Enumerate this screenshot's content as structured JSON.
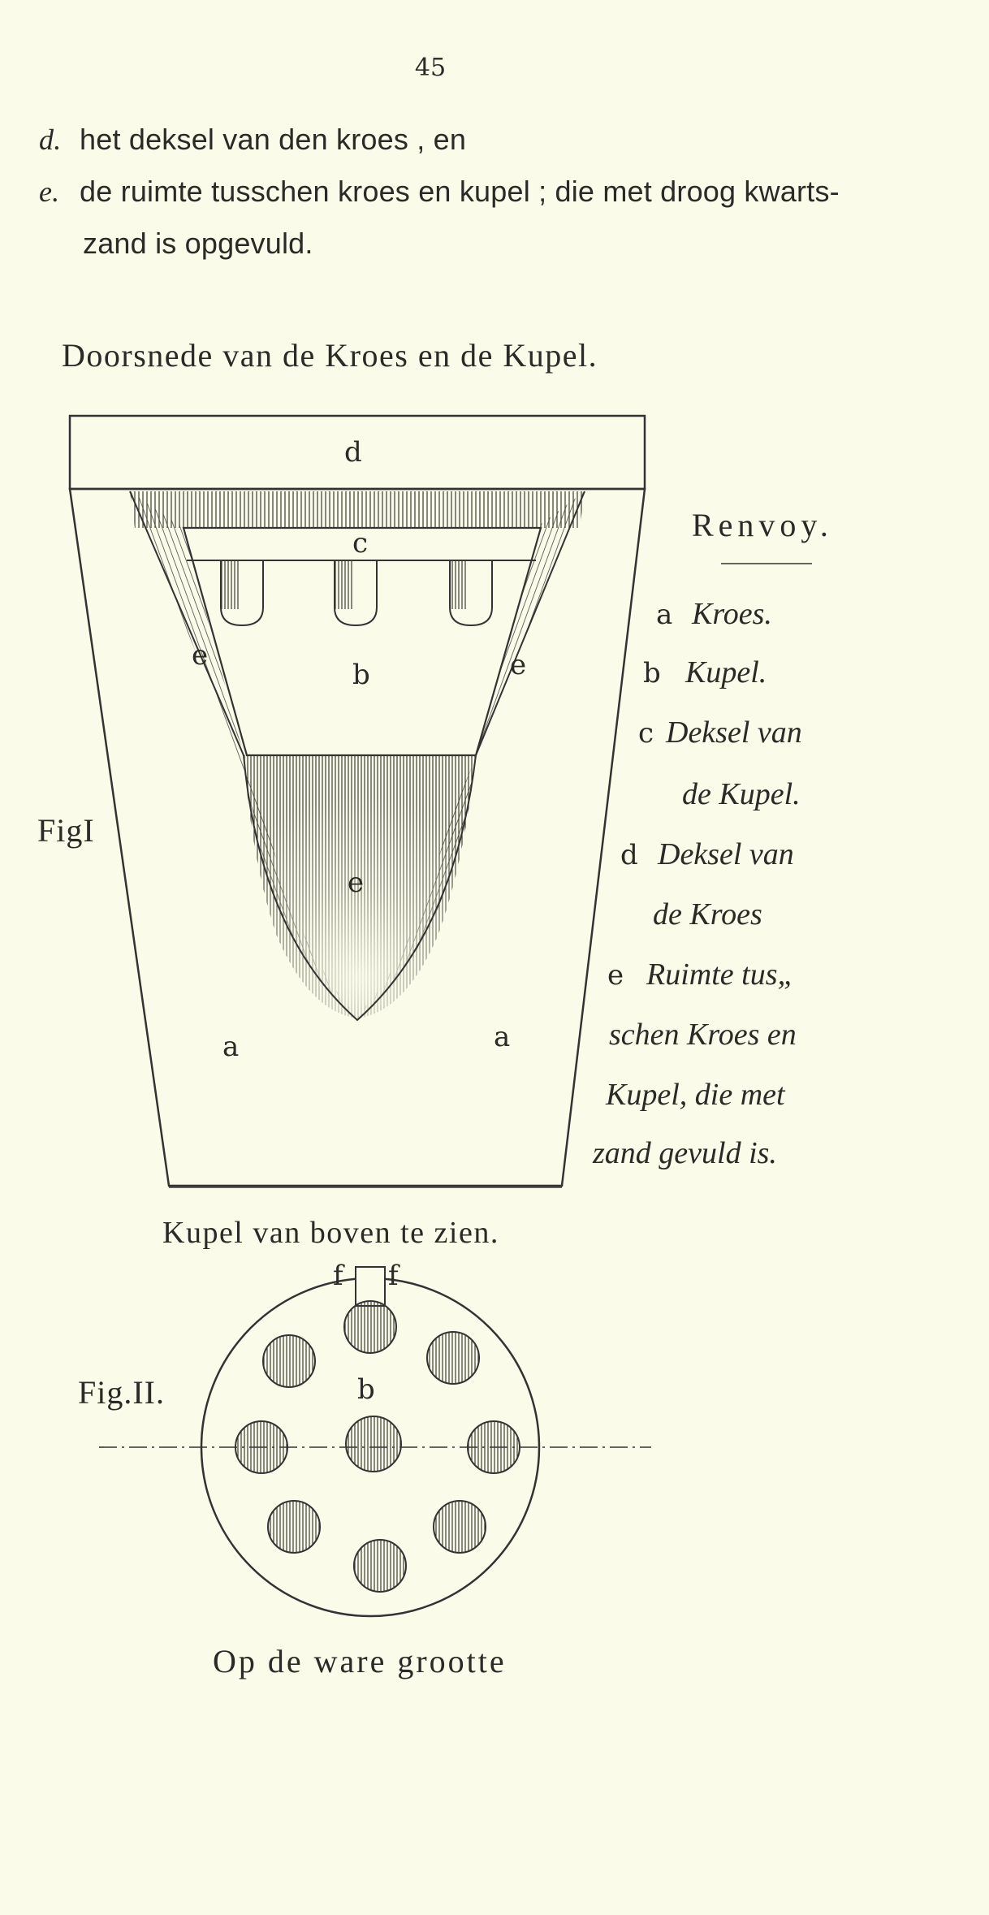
{
  "page_number": "45",
  "text_lines": [
    {
      "marker": "d.",
      "text": "het deksel van den kroes , en"
    },
    {
      "marker": "e.",
      "text": "de ruimte tusschen kroes en kupel ; die met droog kwarts-"
    },
    {
      "marker": "",
      "text": "zand is opgevuld."
    }
  ],
  "fig1": {
    "title": "Doorsnede van de Kroes en de Kupel.",
    "fig_label": "FigI",
    "labels": {
      "a": "a",
      "b": "b",
      "c": "c",
      "d": "d",
      "e": "e"
    }
  },
  "renvoy": {
    "title": "Renvoy.",
    "entries": [
      {
        "key": "a",
        "lines": [
          "Kroes."
        ]
      },
      {
        "key": "b",
        "lines": [
          "Kupel."
        ]
      },
      {
        "key": "c",
        "lines": [
          "Deksel van",
          "de Kupel."
        ]
      },
      {
        "key": "d",
        "lines": [
          "Deksel van",
          "de Kroes"
        ]
      },
      {
        "key": "e",
        "lines": [
          "Ruimte tus„",
          "schen Kroes en",
          "Kupel, die met",
          "zand gevuld is."
        ]
      }
    ]
  },
  "fig2": {
    "title": "Kupel van boven te zien.",
    "fig_label": "Fig.II.",
    "labels": {
      "b": "b",
      "f": "f"
    },
    "footer": "Op de ware grootte"
  }
}
